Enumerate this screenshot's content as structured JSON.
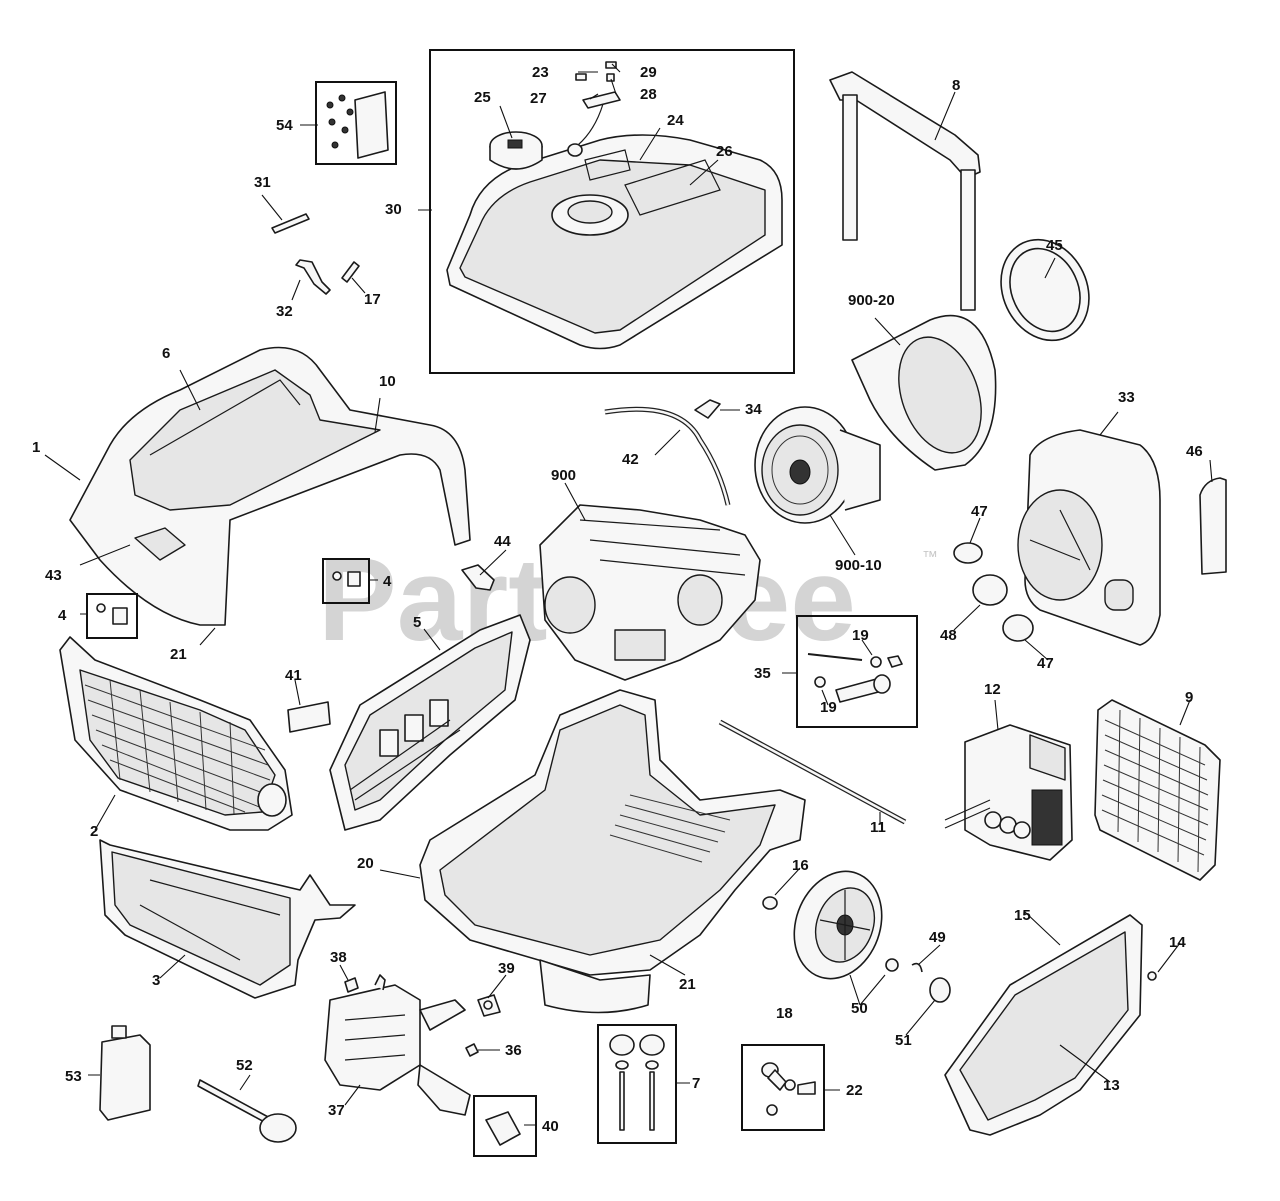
{
  "watermark": {
    "text": "PartsTree",
    "trademark": "™"
  },
  "callouts": {
    "c1": "1",
    "c2": "2",
    "c3": "3",
    "c4a": "4",
    "c4b": "4",
    "c5": "5",
    "c6": "6",
    "c7": "7",
    "c8": "8",
    "c9": "9",
    "c10": "10",
    "c11": "11",
    "c12": "12",
    "c13": "13",
    "c14": "14",
    "c15": "15",
    "c16": "16",
    "c17": "17",
    "c18": "18",
    "c19a": "19",
    "c19b": "19",
    "c20": "20",
    "c21a": "21",
    "c21b": "21",
    "c22": "22",
    "c23": "23",
    "c24": "24",
    "c25": "25",
    "c26": "26",
    "c27": "27",
    "c28": "28",
    "c29": "29",
    "c30": "30",
    "c31": "31",
    "c32": "32",
    "c33": "33",
    "c34": "34",
    "c35": "35",
    "c36": "36",
    "c37": "37",
    "c38": "38",
    "c39": "39",
    "c40": "40",
    "c41": "41",
    "c42": "42",
    "c43": "43",
    "c44": "44",
    "c45": "45",
    "c46": "46",
    "c47a": "47",
    "c47b": "47",
    "c48": "48",
    "c49": "49",
    "c50": "50",
    "c51": "51",
    "c52": "52",
    "c53": "53",
    "c54": "54",
    "c900": "900",
    "c900_10": "900-10",
    "c900_20": "900-20"
  }
}
